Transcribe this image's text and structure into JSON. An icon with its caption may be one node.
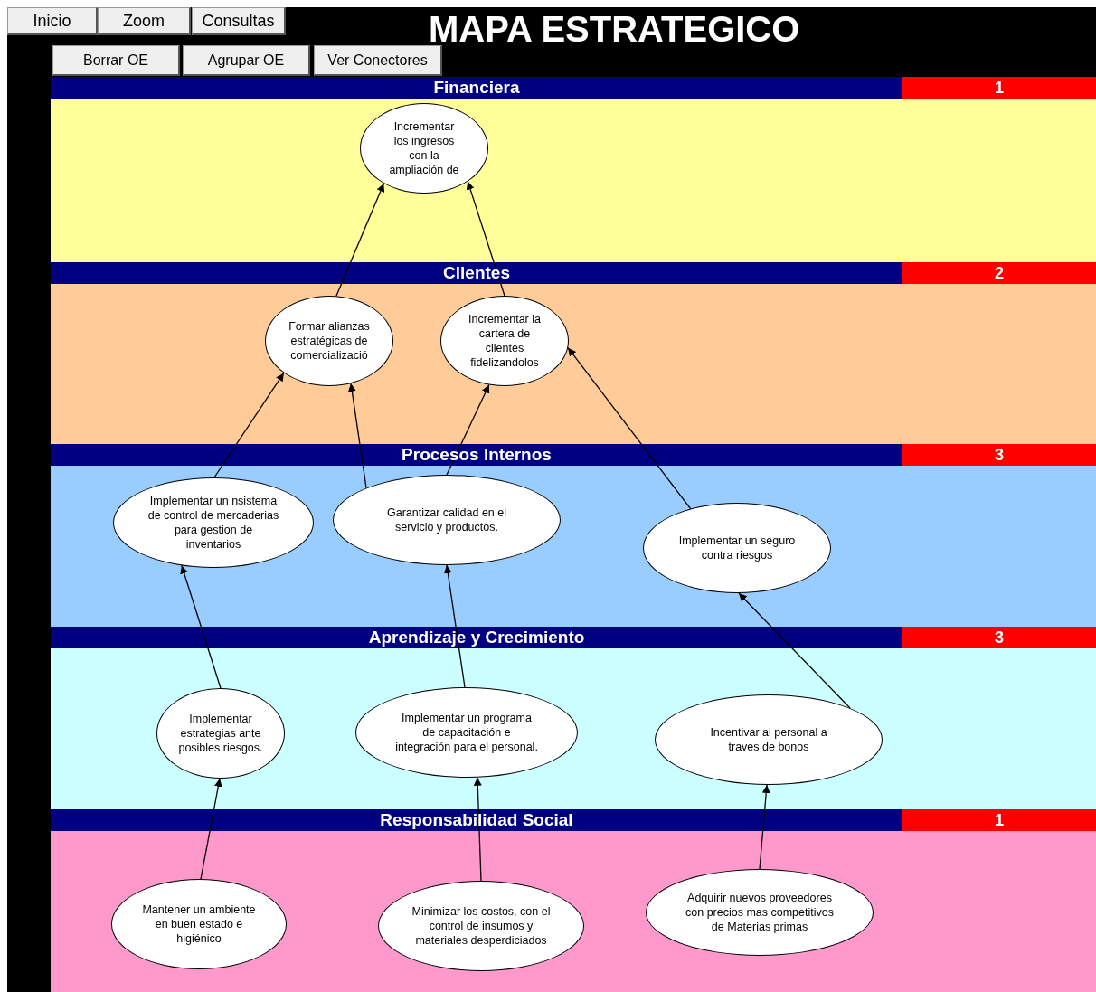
{
  "diagram": {
    "title": "MAPA ESTRATEGICO",
    "nodes": [
      {
        "text": [
          "Financiera"
        ],
        "beside": [
          "1"
        ]
      },
      {
        "text": [
          "Incrementar los ingresos con la ampliación de"
        ],
        "in": 0
      },
      {
        "text": [
          "Clientes"
        ],
        "beside": [
          "2"
        ]
      },
      {
        "text": [
          "Formar alianzas estratégicas de comercializació"
        ],
        "in": 2
      },
      {
        "text": [
          "Incrementar la cartera de clientes fidelizandolos"
        ],
        "in": 2
      },
      {
        "text": [
          "Procesos Internos"
        ],
        "beside": [
          "3"
        ]
      },
      {
        "text": [
          "Implementar un nsistema de control de mercaderias para gestion de inventarios"
        ],
        "in": 5
      },
      {
        "text": [
          "Garantizar calidad en el servicio y productos."
        ],
        "in": 5
      },
      {
        "text": [
          "Implementar un seguro contra riesgos"
        ],
        "in": 5
      },
      {
        "text": [
          "Aprendizaje y Crecimiento"
        ],
        "beside": [
          "3"
        ]
      },
      {
        "text": [
          "Implementar estrategias ante posibles riesgos."
        ],
        "in": 9
      },
      {
        "text": [
          "Implementar un programa de capacitación e integración para el personal."
        ],
        "in": 9
      },
      {
        "text": [
          "Incentivar al personal a traves de bonos"
        ],
        "in": 9
      },
      {
        "text": [
          "Responsabilidad Social"
        ],
        "beside": [
          "1"
        ]
      },
      {
        "text": [
          "Mantener un ambiente en buen estado e higiénico"
        ],
        "in": 13
      },
      {
        "text": [
          "Minimizar los costos, con el control de insumos y materiales desperdiciados"
        ],
        "in": 13
      },
      {
        "text": [
          "Adquirir nuevos proveedores con precios mas competitivos de Materias primas"
        ],
        "in": 13
      }
    ],
    "edges": [
      {
        "from": 3,
        "to": 1,
        "arrow": "to"
      },
      {
        "from": 4,
        "to": 1,
        "arrow": "to"
      },
      {
        "from": 6,
        "to": 3,
        "arrow": "to"
      },
      {
        "from": 7,
        "to": 3,
        "arrow": "to"
      },
      {
        "from": 7,
        "to": 4,
        "arrow": "to"
      },
      {
        "from": 8,
        "to": 4,
        "arrow": "to"
      },
      {
        "from": 10,
        "to": 6,
        "arrow": "to"
      },
      {
        "from": 11,
        "to": 7,
        "arrow": "to"
      },
      {
        "from": 12,
        "to": 8,
        "arrow": "to"
      },
      {
        "from": 14,
        "to": 10,
        "arrow": "to"
      },
      {
        "from": 15,
        "to": 11,
        "arrow": "to"
      },
      {
        "from": 16,
        "to": 12,
        "arrow": "to"
      }
    ],
    "labels": [
      "Inicio",
      "Zoom",
      "Consultas",
      "Borrar OE",
      "Agrupar OE",
      "Ver Conectores"
    ]
  }
}
